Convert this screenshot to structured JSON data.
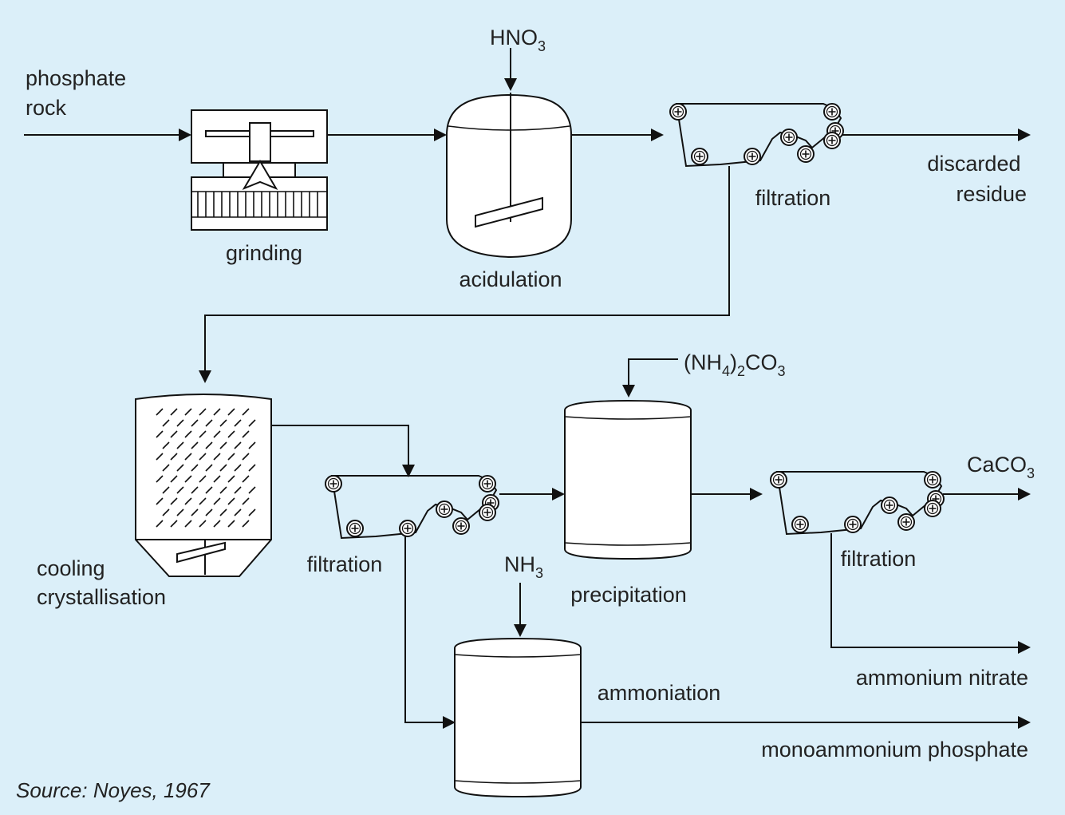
{
  "labels": {
    "phosphate_rock_line1": "phosphate",
    "phosphate_rock_line2": "rock",
    "hno3_main": "HNO",
    "hno3_sub": "3",
    "grinding": "grinding",
    "acidulation": "acidulation",
    "filtration_1": "filtration",
    "discarded_residue_line1": "discarded",
    "discarded_residue_line2": "residue",
    "cooling_line1": "cooling",
    "cooling_line2": "crystallisation",
    "filtration_2": "filtration",
    "nh4co3_open": "(NH",
    "nh4co3_sub1": "4",
    "nh4co3_close": ")",
    "nh4co3_sub2": "2",
    "nh4co3_co": "CO",
    "nh4co3_sub3": "3",
    "precipitation": "precipitation",
    "nh3_main": "NH",
    "nh3_sub": "3",
    "caco3_main": "CaCO",
    "caco3_sub": "3",
    "filtration_3": "filtration",
    "ammoniation": "ammoniation",
    "ammonium_nitrate": "ammonium nitrate",
    "monoammonium_phosphate": "monoammonium phosphate",
    "source": "Source: Noyes, 1967"
  },
  "colors": {
    "background": "#dbeff9",
    "line": "#111111",
    "equipment_fill": "#ffffff"
  }
}
